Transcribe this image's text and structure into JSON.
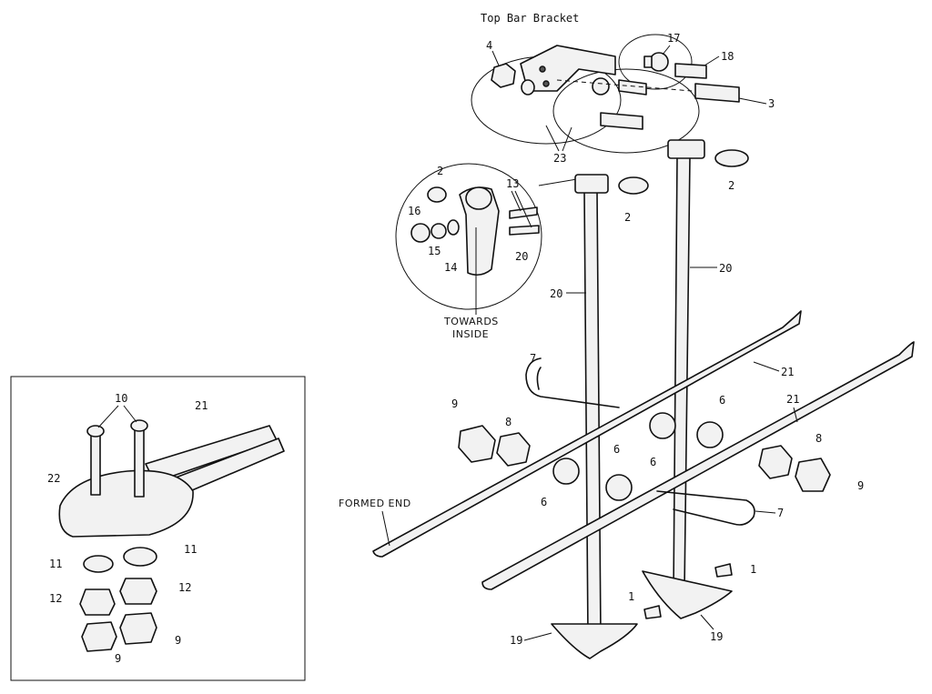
{
  "callouts": {
    "top_bar_bracket": "Top Bar Bracket",
    "towards": "TOWARDS",
    "inside": "INSIDE",
    "formed_end": "FORMED END"
  },
  "part_numbers": {
    "p1": "1",
    "p2": "2",
    "p3": "3",
    "p4": "4",
    "p6": "6",
    "p7": "7",
    "p8": "8",
    "p9": "9",
    "p10": "10",
    "p11": "11",
    "p12": "12",
    "p13": "13",
    "p14": "14",
    "p15": "15",
    "p16": "16",
    "p17": "17",
    "p18": "18",
    "p19": "19",
    "p20": "20",
    "p21": "21",
    "p22": "22",
    "p23": "23"
  }
}
